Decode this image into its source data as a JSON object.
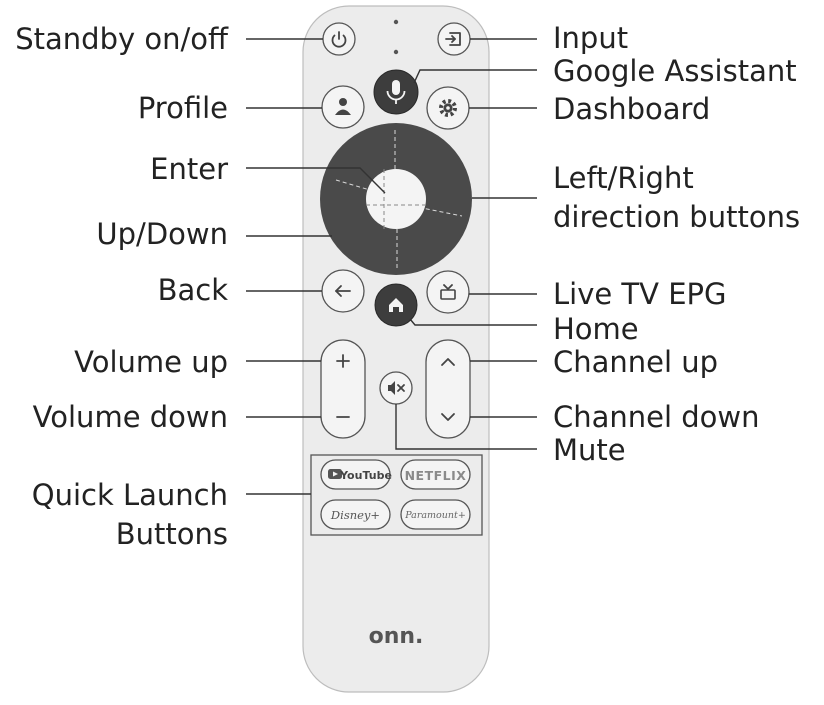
{
  "callouts": {
    "standby": "Standby on/off",
    "input": "Input",
    "google_assistant": "Google Assistant",
    "profile": "Profile",
    "dashboard": "Dashboard",
    "enter": "Enter",
    "left_right_line1": "Left/Right",
    "left_right_line2": "direction buttons",
    "up_down": "Up/Down",
    "back": "Back",
    "live_tv_epg": "Live TV EPG",
    "home": "Home",
    "volume_up": "Volume up",
    "channel_up": "Channel up",
    "volume_down": "Volume down",
    "channel_down": "Channel down",
    "mute": "Mute",
    "quick_launch_line1": "Quick Launch",
    "quick_launch_line2": "Buttons"
  },
  "quick_launch_apps": {
    "youtube": "YouTube",
    "netflix": "NETFLIX",
    "disney": "Disney+",
    "paramount": "Paramount+"
  },
  "remote": {
    "brand_logo": "onn.",
    "body_color": "#ececec",
    "dpad_color": "#4a4a4a",
    "accent_dark": "#3d3d3d"
  },
  "icons": {
    "power": "power-icon",
    "input": "input-icon",
    "mic": "microphone-icon",
    "profile": "profile-icon",
    "dashboard": "gear-icon",
    "back": "arrow-left-icon",
    "home": "home-icon",
    "live_tv": "tv-icon",
    "volume_up": "plus-icon",
    "volume_down": "minus-icon",
    "mute": "mute-icon",
    "channel_up": "chevron-up-icon",
    "channel_down": "chevron-down-icon"
  }
}
